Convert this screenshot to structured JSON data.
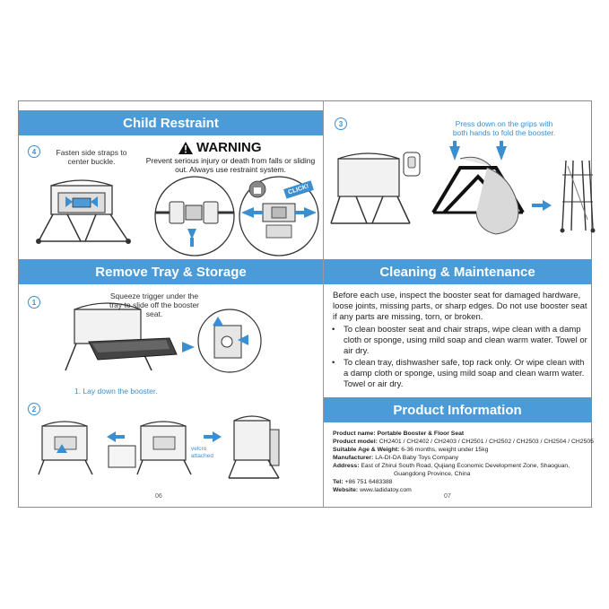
{
  "left_page": {
    "child_restraint": {
      "header": "Child Restraint",
      "step_number": "4",
      "step_text": "Fasten side straps to center buckle.",
      "warning_title": "WARNING",
      "warning_text": "Prevent serious injury or death from falls or sliding out. Always use restraint system.",
      "click_label": "CLICK!"
    },
    "remove_tray": {
      "header": "Remove Tray & Storage",
      "step1_number": "1",
      "step1_text": "Squeeze trigger under the tray to slide off the booster seat.",
      "step1_sub": "1. Lay down the booster.",
      "step2_number": "2",
      "velcro_label": "velcro attached"
    },
    "page_number": "06"
  },
  "right_page": {
    "fold_step": {
      "step_number": "3",
      "text": "Press down on the grips with both hands to fold the booster."
    },
    "cleaning": {
      "header": "Cleaning & Maintenance",
      "intro": "Before each use, inspect the booster seat for damaged hardware, loose joints, missing parts, or sharp edges. Do not use booster seat if any parts are missing, torn, or broken.",
      "bullets": [
        "To clean booster seat and chair straps, wipe clean with a damp cloth or sponge, using mild soap and clean warm water. Towel or air dry.",
        "To clean tray, dishwasher safe, top rack only. Or wipe clean with a damp cloth or sponge, using mild soap and clean warm water. Towel or air dry."
      ],
      "bullet_symbol": "•"
    },
    "product_info": {
      "header": "Product Information",
      "rows": [
        {
          "label": "Product name:",
          "value": "Portable Booster & Floor Seat"
        },
        {
          "label": "Product model:",
          "value": "CH2401 / CH2402 / CH2403 / CH2501 / CH2502 / CH2503 / CH2504 / CH2505"
        },
        {
          "label": "Suitable Age & Weight:",
          "value": "6-36 months, weight under 15kg"
        },
        {
          "label": "Manufacturer:",
          "value": "LA-DI-DA Baby Toys Company"
        },
        {
          "label": "Address:",
          "value": "East of Zhirui South Road, Qujiang Economic Development Zone, Shaoguan,"
        },
        {
          "label": "",
          "value": "Guangdong Province, China"
        },
        {
          "label": "Tel:",
          "value": "+86 751 6483388"
        },
        {
          "label": "Website:",
          "value": "www.ladidatoy.com"
        }
      ]
    },
    "page_number": "07"
  },
  "colors": {
    "band": "#4a9bd8",
    "accent_blue": "#3b8fd0",
    "border": "#8a8a8a",
    "illustration": "#333333"
  }
}
